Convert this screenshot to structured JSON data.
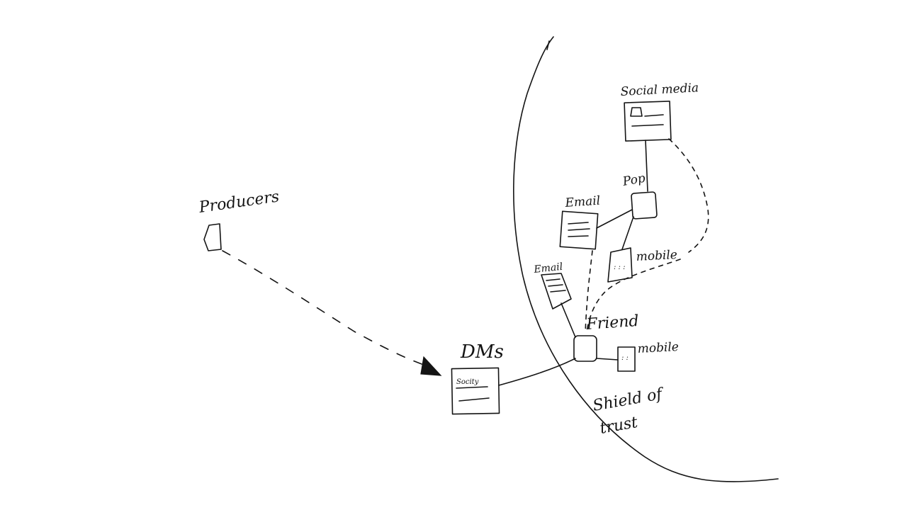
{
  "labels": {
    "producers": "Producers",
    "social_media": "Social media",
    "pop": "Pop",
    "email_top": "Email",
    "email_small": "Email",
    "mobile_top": "mobile",
    "friend": "Friend",
    "mobile_bottom": "mobile",
    "dms": "DMs",
    "dms_card_note": "Socity",
    "shield_line1": "Shield of",
    "shield_line2": "trust"
  }
}
